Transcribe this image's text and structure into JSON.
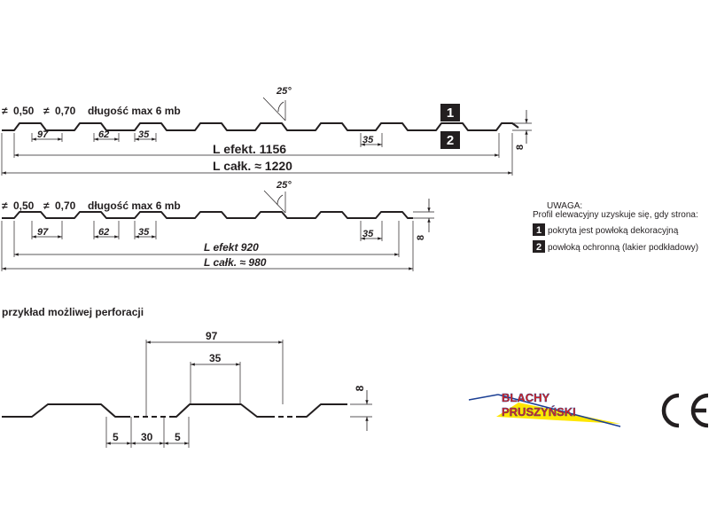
{
  "profile1": {
    "thickness_a": "0,50",
    "thickness_b": "0,70",
    "length_text": "długość max 6 mb",
    "angle": "25°",
    "dim_97": "97",
    "dim_62": "62",
    "dim_35a": "35",
    "dim_35b": "35",
    "dim_8": "8",
    "l_eff": "L efekt. 1156",
    "l_total": "L całk. ≈ 1220",
    "badge1": "1",
    "badge2": "2"
  },
  "profile2": {
    "thickness_a": "0,50",
    "thickness_b": "0,70",
    "length_text": "długość max 6 mb",
    "angle": "25°",
    "dim_97": "97",
    "dim_62": "62",
    "dim_35a": "35",
    "dim_35b": "35",
    "dim_8": "8",
    "l_eff": "L efekt  920",
    "l_total": "L całk. ≈  980"
  },
  "note": {
    "title": "UWAGA:",
    "line": "Profil elewacyjny uzyskuje się, gdy strona:",
    "item1_num": "1",
    "item1_text": "pokryta jest powłoką dekoracyjną",
    "item2_num": "2",
    "item2_text": "powłoką ochronną (lakier podkładowy)"
  },
  "perforation": {
    "title": "przykład możliwej perforacji",
    "dim_97": "97",
    "dim_35": "35",
    "dim_8": "8",
    "dim_5a": "5",
    "dim_30": "30",
    "dim_5b": "5"
  },
  "logo": {
    "line1": "BLACHY",
    "line2": "PRUSZYŃSKI",
    "color_red": "#e2231a",
    "color_yellow": "#ffe600",
    "color_blue": "#1b3f94"
  },
  "ce_mark": "CE"
}
